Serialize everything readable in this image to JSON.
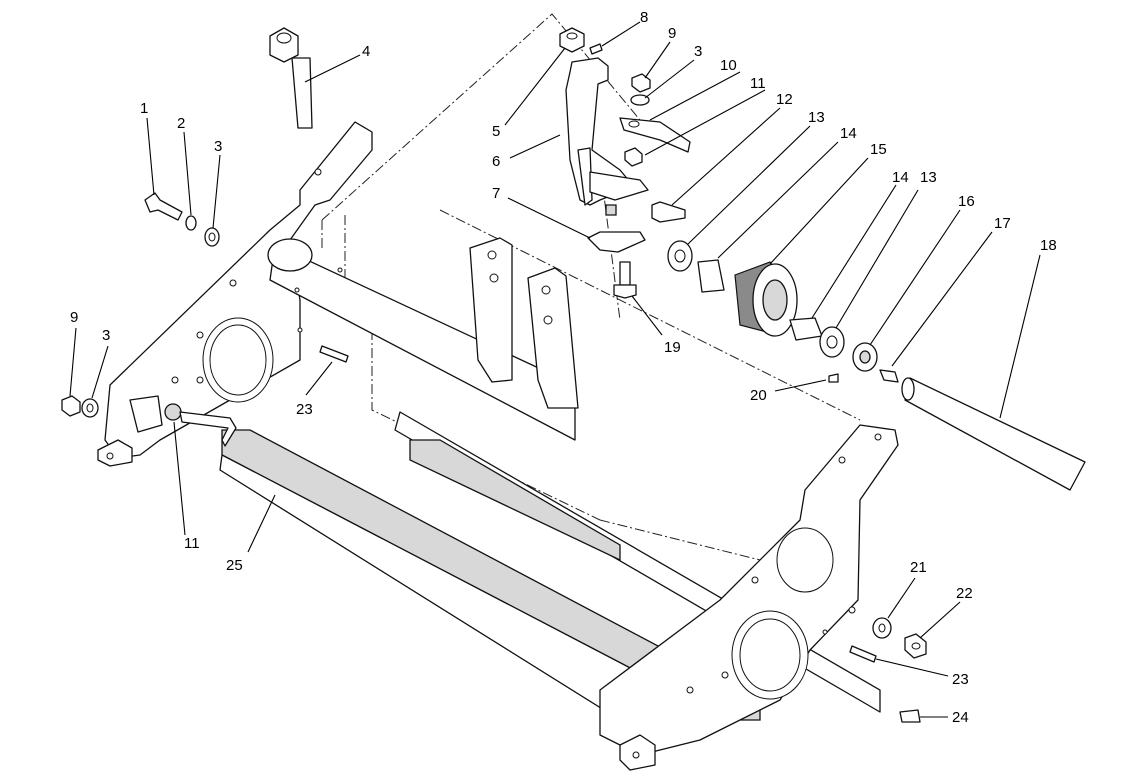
{
  "callouts": [
    {
      "id": "c1",
      "label": "1"
    },
    {
      "id": "c2",
      "label": "2"
    },
    {
      "id": "c3a",
      "label": "3"
    },
    {
      "id": "c4",
      "label": "4"
    },
    {
      "id": "c5",
      "label": "5"
    },
    {
      "id": "c6",
      "label": "6"
    },
    {
      "id": "c7",
      "label": "7"
    },
    {
      "id": "c8",
      "label": "8"
    },
    {
      "id": "c9a",
      "label": "9"
    },
    {
      "id": "c3b",
      "label": "3"
    },
    {
      "id": "c10",
      "label": "10"
    },
    {
      "id": "c11a",
      "label": "11"
    },
    {
      "id": "c12",
      "label": "12"
    },
    {
      "id": "c13a",
      "label": "13"
    },
    {
      "id": "c14a",
      "label": "14"
    },
    {
      "id": "c15",
      "label": "15"
    },
    {
      "id": "c14b",
      "label": "14"
    },
    {
      "id": "c13b",
      "label": "13"
    },
    {
      "id": "c16",
      "label": "16"
    },
    {
      "id": "c17",
      "label": "17"
    },
    {
      "id": "c18",
      "label": "18"
    },
    {
      "id": "c19",
      "label": "19"
    },
    {
      "id": "c20",
      "label": "20"
    },
    {
      "id": "c9b",
      "label": "9"
    },
    {
      "id": "c3c",
      "label": "3"
    },
    {
      "id": "c23a",
      "label": "23"
    },
    {
      "id": "c11b",
      "label": "11"
    },
    {
      "id": "c25",
      "label": "25"
    },
    {
      "id": "c21",
      "label": "21"
    },
    {
      "id": "c22",
      "label": "22"
    },
    {
      "id": "c23b",
      "label": "23"
    },
    {
      "id": "c24",
      "label": "24"
    }
  ]
}
